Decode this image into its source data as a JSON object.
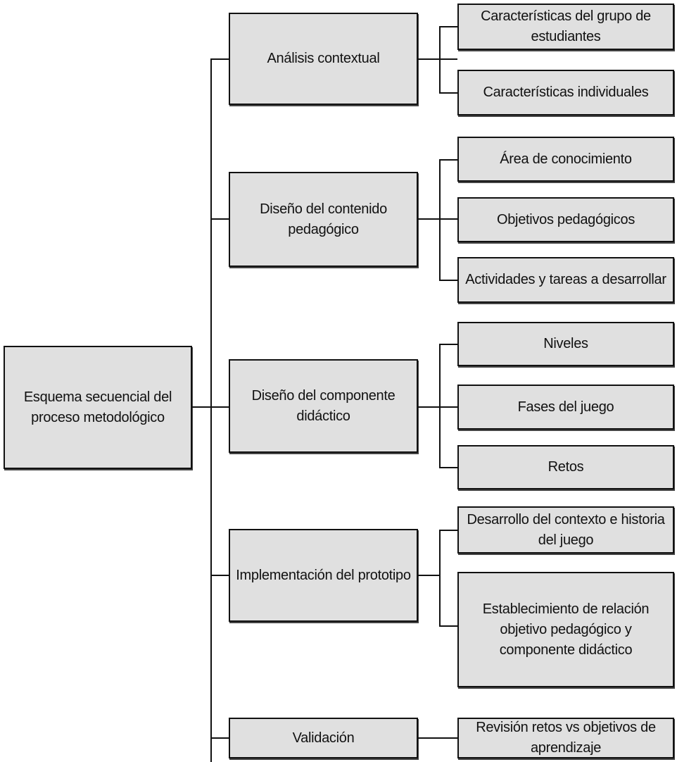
{
  "root": {
    "label": "Esquema secuencial del proceso metodológico"
  },
  "stages": [
    {
      "label": "Análisis contextual",
      "children": [
        "Características del grupo de estudiantes",
        "Características individuales"
      ]
    },
    {
      "label": "Diseño del contenido pedagógico",
      "children": [
        "Área de conocimiento",
        "Objetivos pedagógicos",
        "Actividades y tareas a desarrollar"
      ]
    },
    {
      "label": "Diseño del componente didáctico",
      "children": [
        "Niveles",
        "Fases del juego",
        "Retos"
      ]
    },
    {
      "label": "Implementación del prototipo",
      "children": [
        "Desarrollo del contexto e historia del juego",
        "Establecimiento de relación objetivo pedagógico y componente didáctico"
      ]
    },
    {
      "label": "Validación",
      "children": [
        "Revisión retos vs objetivos de aprendizaje"
      ]
    }
  ]
}
